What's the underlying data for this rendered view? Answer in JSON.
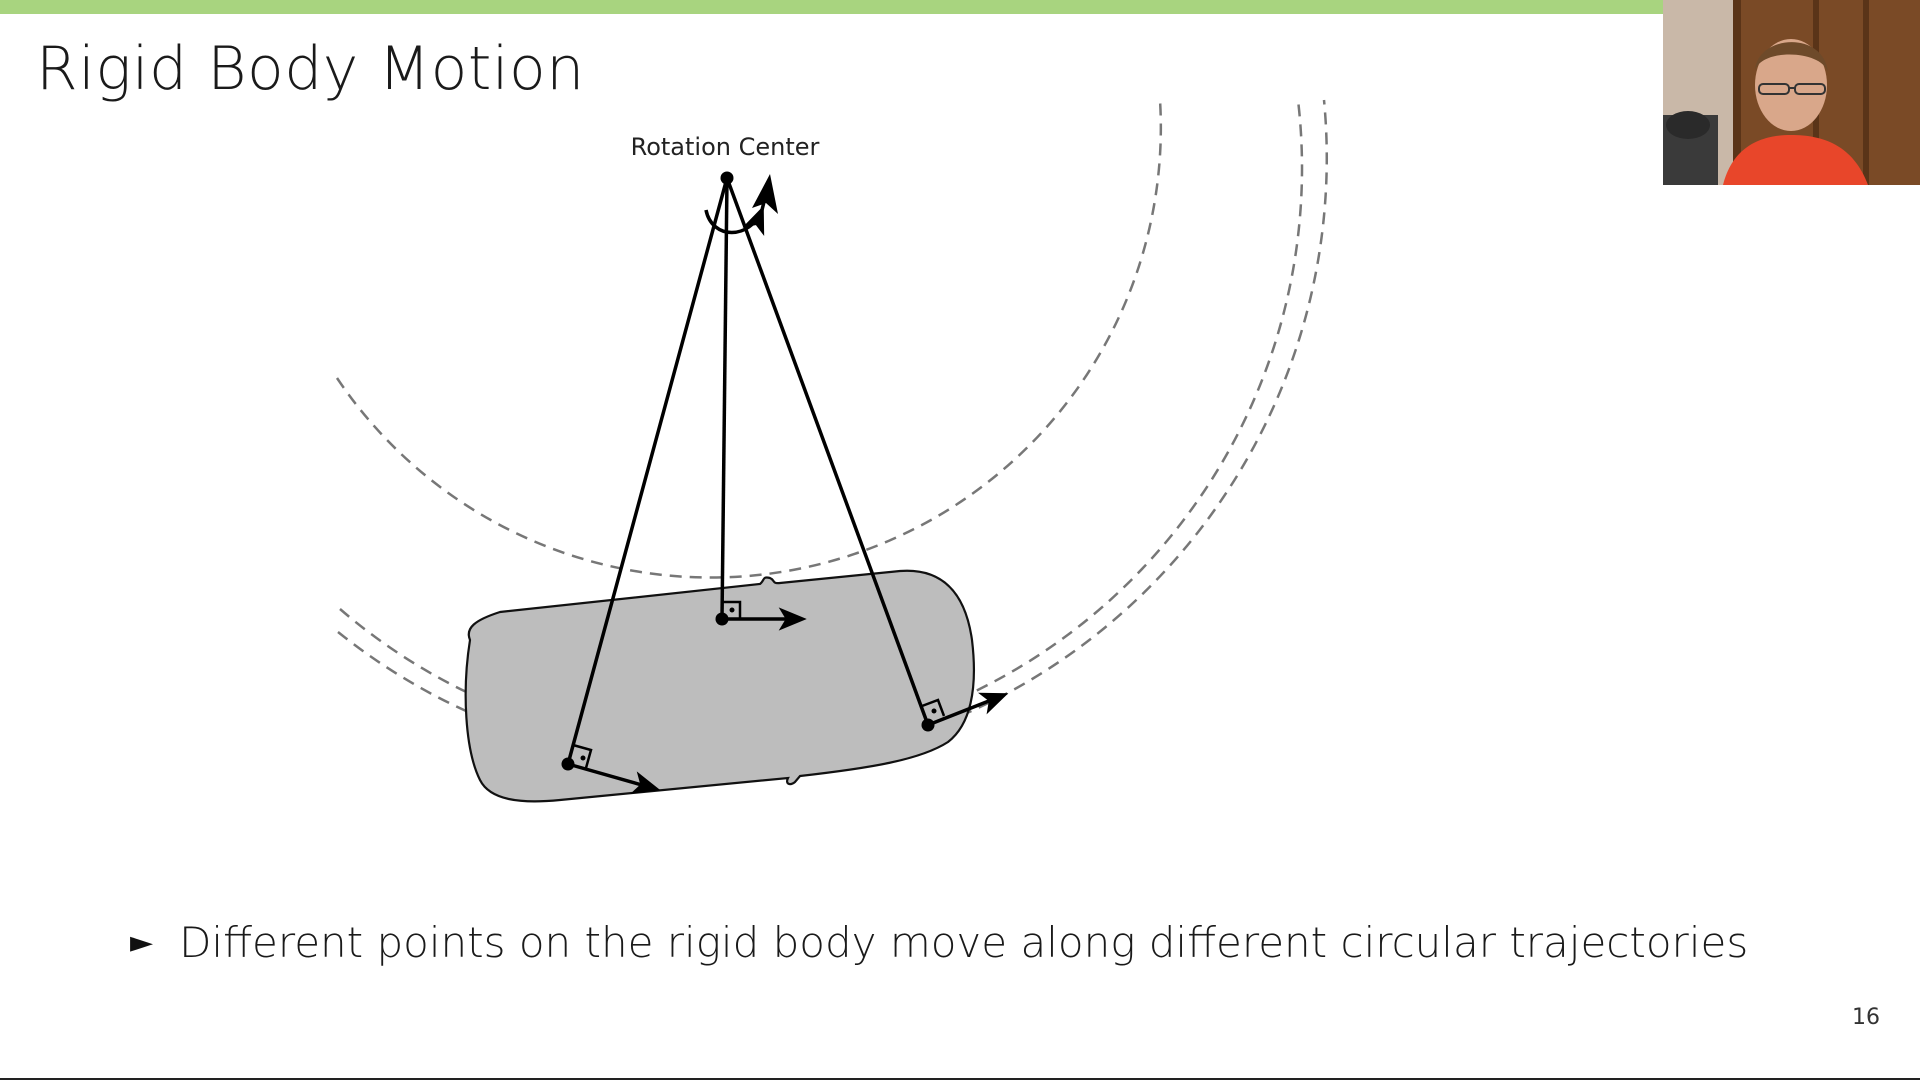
{
  "slide": {
    "title": "Rigid Body Motion",
    "page_number": "16",
    "accent_color": "#a8d47f"
  },
  "diagram": {
    "rotation_center_label": "Rotation Center",
    "body_fill_color": "#bdbdbd",
    "trajectory_color": "#777777"
  },
  "bullets": [
    {
      "marker": "►",
      "text": "Different points on the rigid body move along different circular trajectories"
    }
  ],
  "webcam": {
    "icon": "presenter-webcam-feed"
  }
}
